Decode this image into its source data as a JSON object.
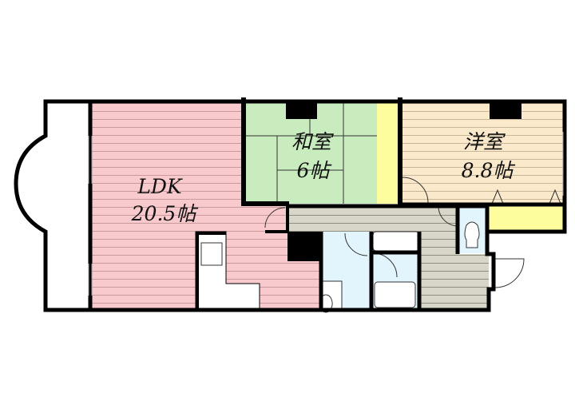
{
  "floor_plan": {
    "rooms": [
      {
        "name": "LDK",
        "size": "20.5帖"
      },
      {
        "name": "和室",
        "size": "6帖"
      },
      {
        "name": "洋室",
        "size": "8.8帖"
      }
    ],
    "colors": {
      "ldk": "#f8c9cd",
      "washitsu": "#c8ecbe",
      "youshitsu": "#fbe9cc",
      "closet": "#fdfd9e",
      "hall": "#d8d6c8",
      "wet": "#e2f5fc",
      "wall": "#000000"
    }
  }
}
